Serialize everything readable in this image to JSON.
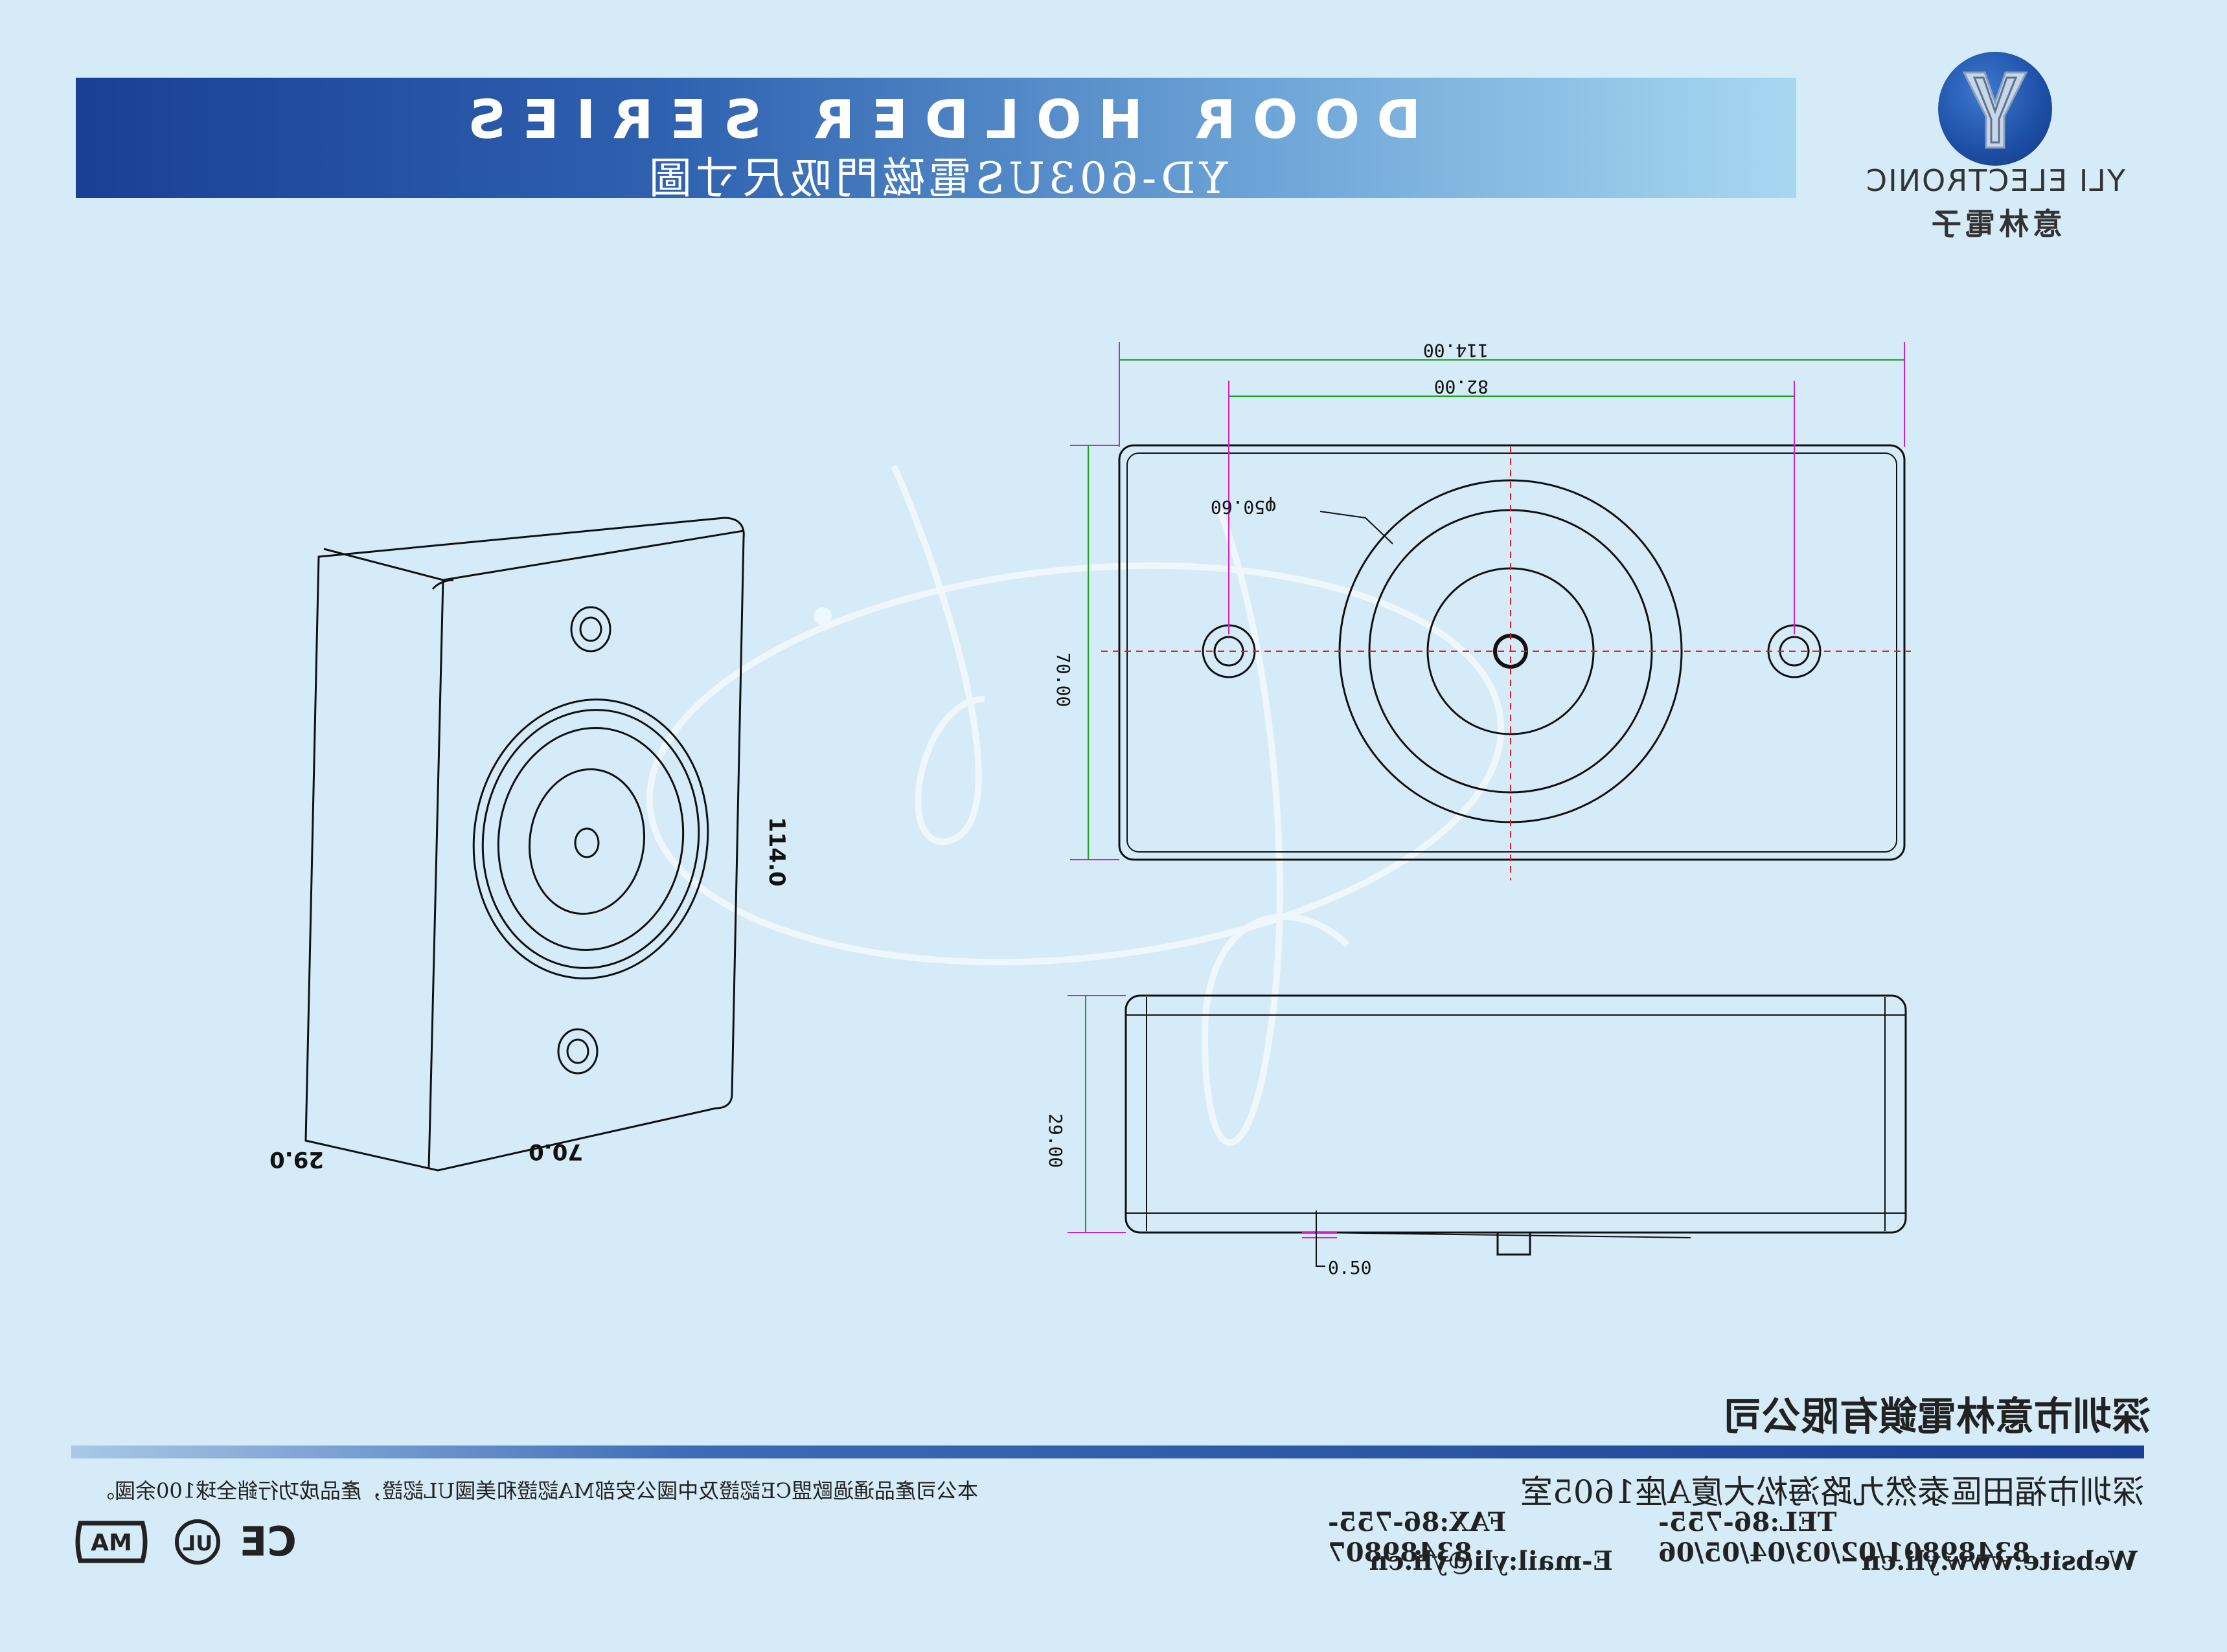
{
  "banner": {
    "title": "DOOR HOLDER SERIES",
    "subtitle": "YD-603US電磁門吸尺寸圖"
  },
  "logo": {
    "english": "YLI ELECTRONIC",
    "chinese": "意林電子",
    "icon": "y-logo-icon"
  },
  "dimensions": {
    "iso_height": "114.0",
    "iso_width": "70.0",
    "iso_depth": "29.0",
    "front_overall_width": "114.00",
    "front_hole_spacing": "82.00",
    "front_diameter": "φ50.60",
    "front_height": "70.00",
    "side_height": "29.00",
    "side_offset": "0.50"
  },
  "colors": {
    "background": "#d5ebf7",
    "banner_dark": "#1a3f93",
    "banner_light": "#a8d7f1",
    "dim_line": "#17a317",
    "extension_line": "#d01fd0",
    "center_line": "#e0202a"
  },
  "footer": {
    "company": "深圳市意林電鎖有限公司",
    "address": "深圳市福田區泰然九路海松大廈A座1605室",
    "tel": "TEL:86-755-83489801/02/03/04/05/06",
    "fax": "FAX:86-755-83489807",
    "website": "Website:www.yli.cn",
    "email": "E-mail:yli@yli.cn",
    "cert_note": "本公司產品通過歐盟CE認證及中國公安部MA認證和美國UL認證，產品成功行銷全球100余國。",
    "cert_marks": [
      "CE",
      "UL",
      "MA"
    ]
  }
}
